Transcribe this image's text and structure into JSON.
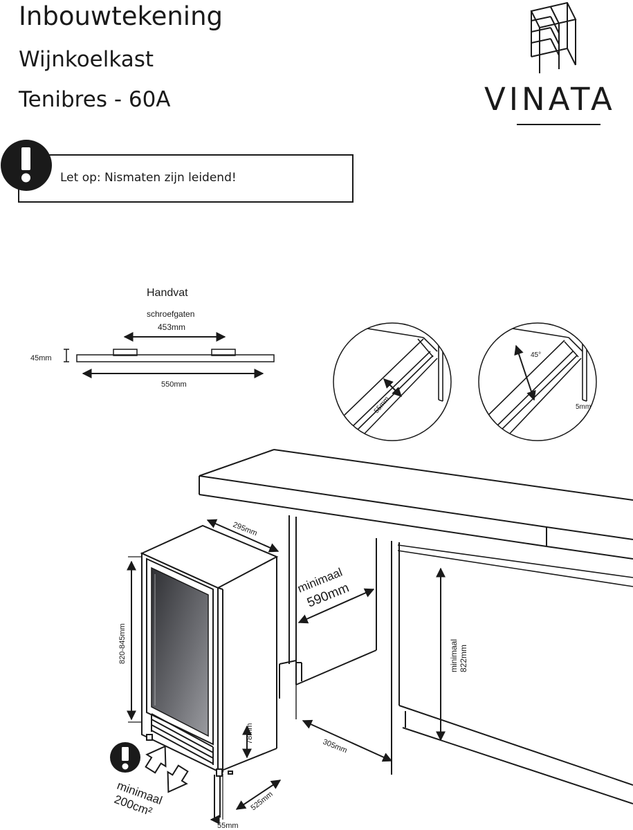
{
  "header": {
    "title": "Inbouwtekening",
    "subtitle": "Wijnkoelkast",
    "model": "Tenibres - 60A"
  },
  "brand": {
    "name": "VINATA"
  },
  "notice": {
    "text": "Let op: Nismaten zijn leidend!"
  },
  "handle": {
    "title": "Handvat",
    "holes_label": "schroefgaten",
    "holes_distance": "453mm",
    "height": "45mm",
    "length": "550mm"
  },
  "details": {
    "detail1_gap": "55mm",
    "detail2_angle": "45°",
    "detail2_gap": "5mm"
  },
  "cabinet": {
    "depth_top": "295mm",
    "height_range": "820-845mm",
    "plinth_height": "78mm",
    "depth_bottom": "525mm",
    "foot": "55mm"
  },
  "niche": {
    "width_label": "minimaal",
    "width_value": "590mm",
    "height_label": "minimaal",
    "height_value": "822mm",
    "offset": "305mm"
  },
  "ventilation": {
    "label": "minimaal",
    "value": "200cm²"
  },
  "colors": {
    "ink": "#1a1a1a",
    "glass_dark": "#2f3034",
    "glass_light": "#9a9ba0"
  }
}
